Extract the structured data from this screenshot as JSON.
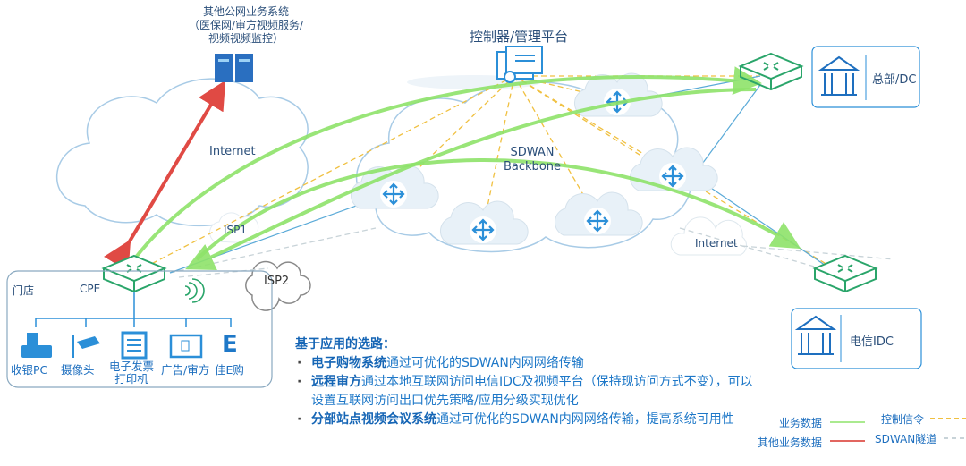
{
  "top_system": {
    "line1": "其他公网业务系统",
    "line2": "（医保网/审方视频服务/",
    "line3": "视频视频监控）"
  },
  "controller": {
    "title": "控制器/管理平台"
  },
  "clouds": {
    "internet_left": "Internet",
    "backbone_line1": "SDWAN",
    "backbone_line2": "Backbone",
    "isp1": "ISP1",
    "isp2": "ISP2",
    "internet_right": "Internet"
  },
  "hq": {
    "label": "总部/DC"
  },
  "idc": {
    "label": "电信IDC"
  },
  "store": {
    "label": "门店",
    "cpe": "CPE",
    "devices": [
      {
        "icon": "cash-register-icon",
        "label": "收银PC"
      },
      {
        "icon": "camera-icon",
        "label": "摄像头"
      },
      {
        "icon": "printer-icon",
        "label_line1": "电子发票",
        "label_line2": "打印机"
      },
      {
        "icon": "screen-icon",
        "label": "广告/审方"
      },
      {
        "icon": "e-icon",
        "glyph": "E",
        "label": "佳E购"
      }
    ]
  },
  "notes": {
    "heading": "基于应用的选路：",
    "items": [
      {
        "bold": "电子购物系统",
        "text": "通过可优化的SDWAN内网网络传输"
      },
      {
        "bold": "远程审方",
        "text": "通过本地互联网访问电信IDC及视频平台（保持现访问方式不变），可以设置互联网访问出口优先策略/应用分级实现优化"
      },
      {
        "bold": "分部站点视频会议系统",
        "text": "通过可优化的SDWAN内网网络传输，提高系统可用性"
      }
    ]
  },
  "legend": {
    "business": "业务数据",
    "other": "其他业务数据",
    "control": "控制信令",
    "tunnel": "SDWAN隧道",
    "colors": {
      "business": "#8ee36a",
      "other": "#d9342b",
      "control": "#f0c040",
      "tunnel": "#c8d3d8"
    }
  }
}
